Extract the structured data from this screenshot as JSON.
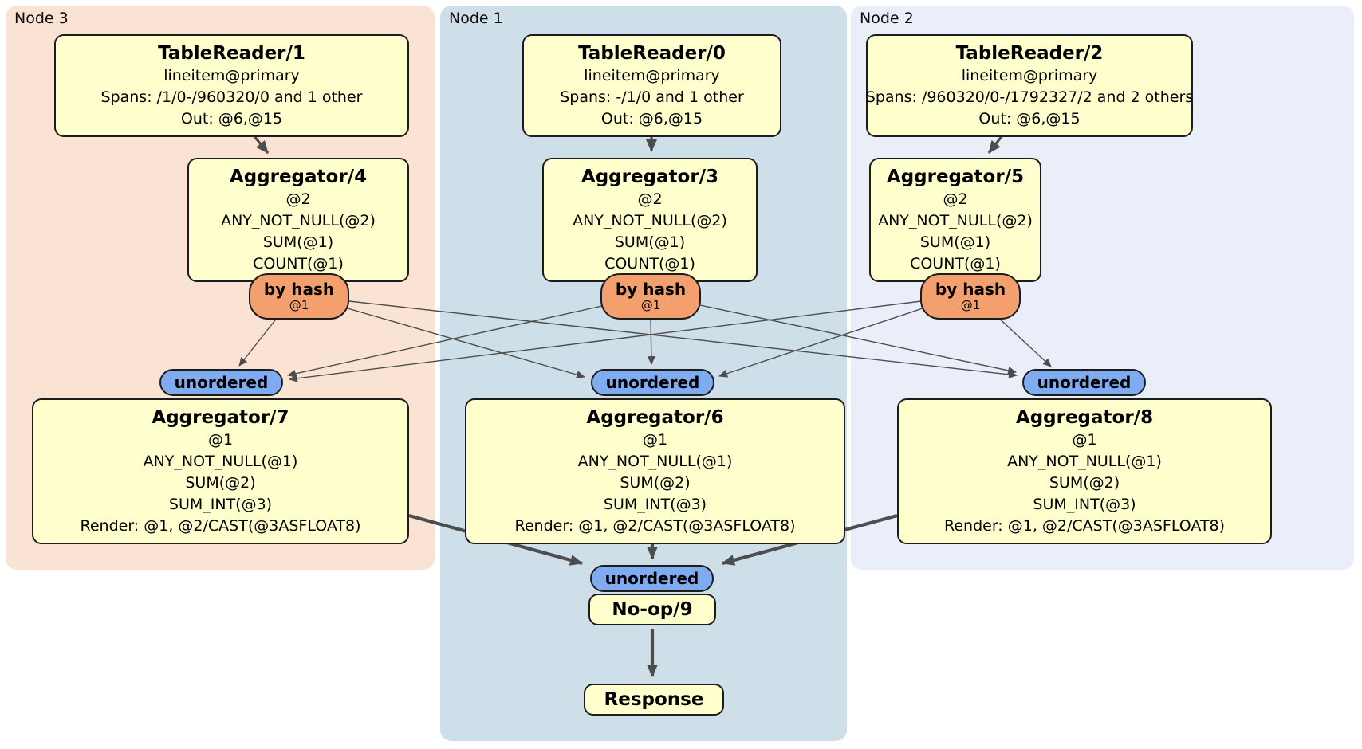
{
  "groups": [
    {
      "id": "node3",
      "label": "Node 3"
    },
    {
      "id": "node1",
      "label": "Node 1"
    },
    {
      "id": "node2",
      "label": "Node 2"
    }
  ],
  "routers": {
    "by_hash_label": "by hash",
    "by_hash_key": "@1",
    "unordered_label": "unordered"
  },
  "processors": {
    "tr1": {
      "title": "TableReader/1",
      "lines": [
        "lineitem@primary",
        "Spans: /1/0-/960320/0 and 1 other",
        "Out: @6,@15"
      ]
    },
    "tr0": {
      "title": "TableReader/0",
      "lines": [
        "lineitem@primary",
        "Spans: -/1/0 and 1 other",
        "Out: @6,@15"
      ]
    },
    "tr2": {
      "title": "TableReader/2",
      "lines": [
        "lineitem@primary",
        "Spans: /960320/0-/1792327/2 and 2 others",
        "Out: @6,@15"
      ]
    },
    "agg4": {
      "title": "Aggregator/4",
      "lines": [
        "@2",
        "ANY_NOT_NULL(@2)",
        "SUM(@1)",
        "COUNT(@1)"
      ]
    },
    "agg3": {
      "title": "Aggregator/3",
      "lines": [
        "@2",
        "ANY_NOT_NULL(@2)",
        "SUM(@1)",
        "COUNT(@1)"
      ]
    },
    "agg5": {
      "title": "Aggregator/5",
      "lines": [
        "@2",
        "ANY_NOT_NULL(@2)",
        "SUM(@1)",
        "COUNT(@1)"
      ]
    },
    "agg7": {
      "title": "Aggregator/7",
      "lines": [
        "@1",
        "ANY_NOT_NULL(@1)",
        "SUM(@2)",
        "SUM_INT(@3)",
        "Render: @1, @2/CAST(@3ASFLOAT8)"
      ]
    },
    "agg6": {
      "title": "Aggregator/6",
      "lines": [
        "@1",
        "ANY_NOT_NULL(@1)",
        "SUM(@2)",
        "SUM_INT(@3)",
        "Render: @1, @2/CAST(@3ASFLOAT8)"
      ]
    },
    "agg8": {
      "title": "Aggregator/8",
      "lines": [
        "@1",
        "ANY_NOT_NULL(@1)",
        "SUM(@2)",
        "SUM_INT(@3)",
        "Render: @1, @2/CAST(@3ASFLOAT8)"
      ]
    },
    "noop": {
      "title": "No-op/9"
    },
    "response": {
      "title": "Response"
    }
  },
  "colors": {
    "group_node3_bg": "#fbe3d4",
    "group_node1_bg": "#cfdfe9",
    "group_node2_bg": "#e9eef8",
    "processor_fill": "#ffffce",
    "hash_router_fill": "#f4a06e",
    "unordered_fill": "#7fabf1",
    "edge": "#4d4d4d"
  }
}
